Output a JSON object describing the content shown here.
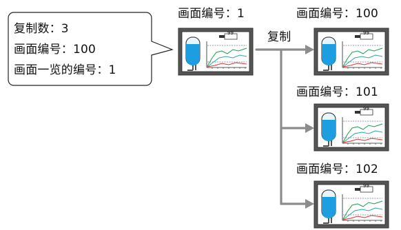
{
  "callout": {
    "lines": [
      "复制数：3",
      "画面编号：100",
      "画面一览的编号：1"
    ]
  },
  "source": {
    "label": "画面编号：1",
    "panel_value": "99"
  },
  "arrow_label": "复制",
  "copies": [
    {
      "label": "画面编号：100",
      "panel_value": "99"
    },
    {
      "label": "画面编号：101",
      "panel_value": "99"
    },
    {
      "label": "画面编号：102",
      "panel_value": "99"
    }
  ],
  "colors": {
    "screen_frame": "#555555",
    "tank_water": "#1d9ee0",
    "arrow": "#8c8c8c",
    "trend_green": "#18a04a",
    "trend_teal": "#2aa89a",
    "trend_red": "#e03030"
  }
}
